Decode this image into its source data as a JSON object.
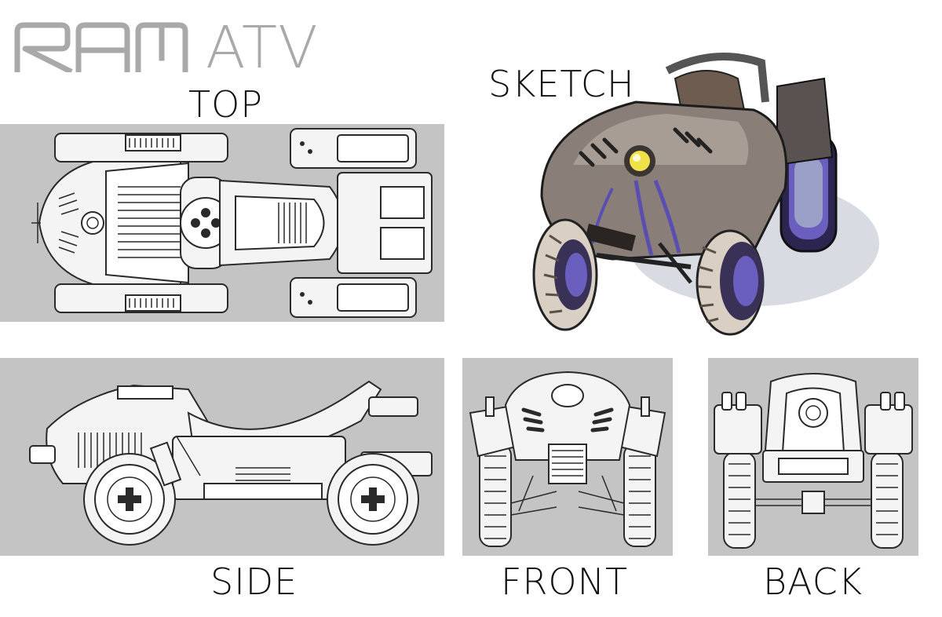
{
  "logo": {
    "text": "RAM"
  },
  "title": {
    "suffix": "ATV"
  },
  "views": {
    "top": "TOP",
    "sketch": "SKETCH",
    "side": "SIDE",
    "front": "FRONT",
    "back": "BACK"
  },
  "colors": {
    "panel": "#c4c4c4",
    "logo": "#a9a9a9",
    "sketch_body": "#8a7f78",
    "sketch_accent": "#5a4fb0",
    "light": "#f0e04a"
  }
}
